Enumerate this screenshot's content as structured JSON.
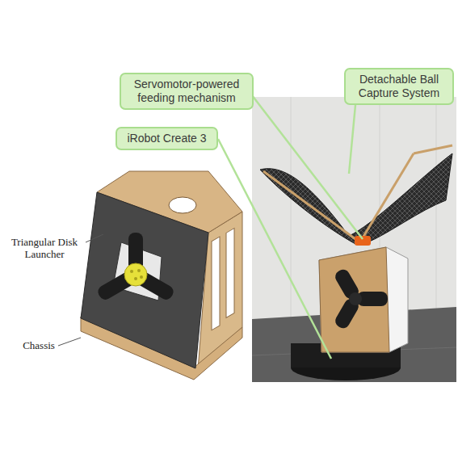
{
  "diagram": {
    "nodes": [
      {
        "text": [
          "Servomotor-powered feeding mechanism"
        ]
      },
      {
        "text": [
          "Detachable Ball Capture System"
        ]
      },
      {
        "text": [
          "iRobot Create 3"
        ]
      }
    ],
    "labels": [
      "Triangular Disk Launcher",
      "Chassis"
    ]
  }
}
